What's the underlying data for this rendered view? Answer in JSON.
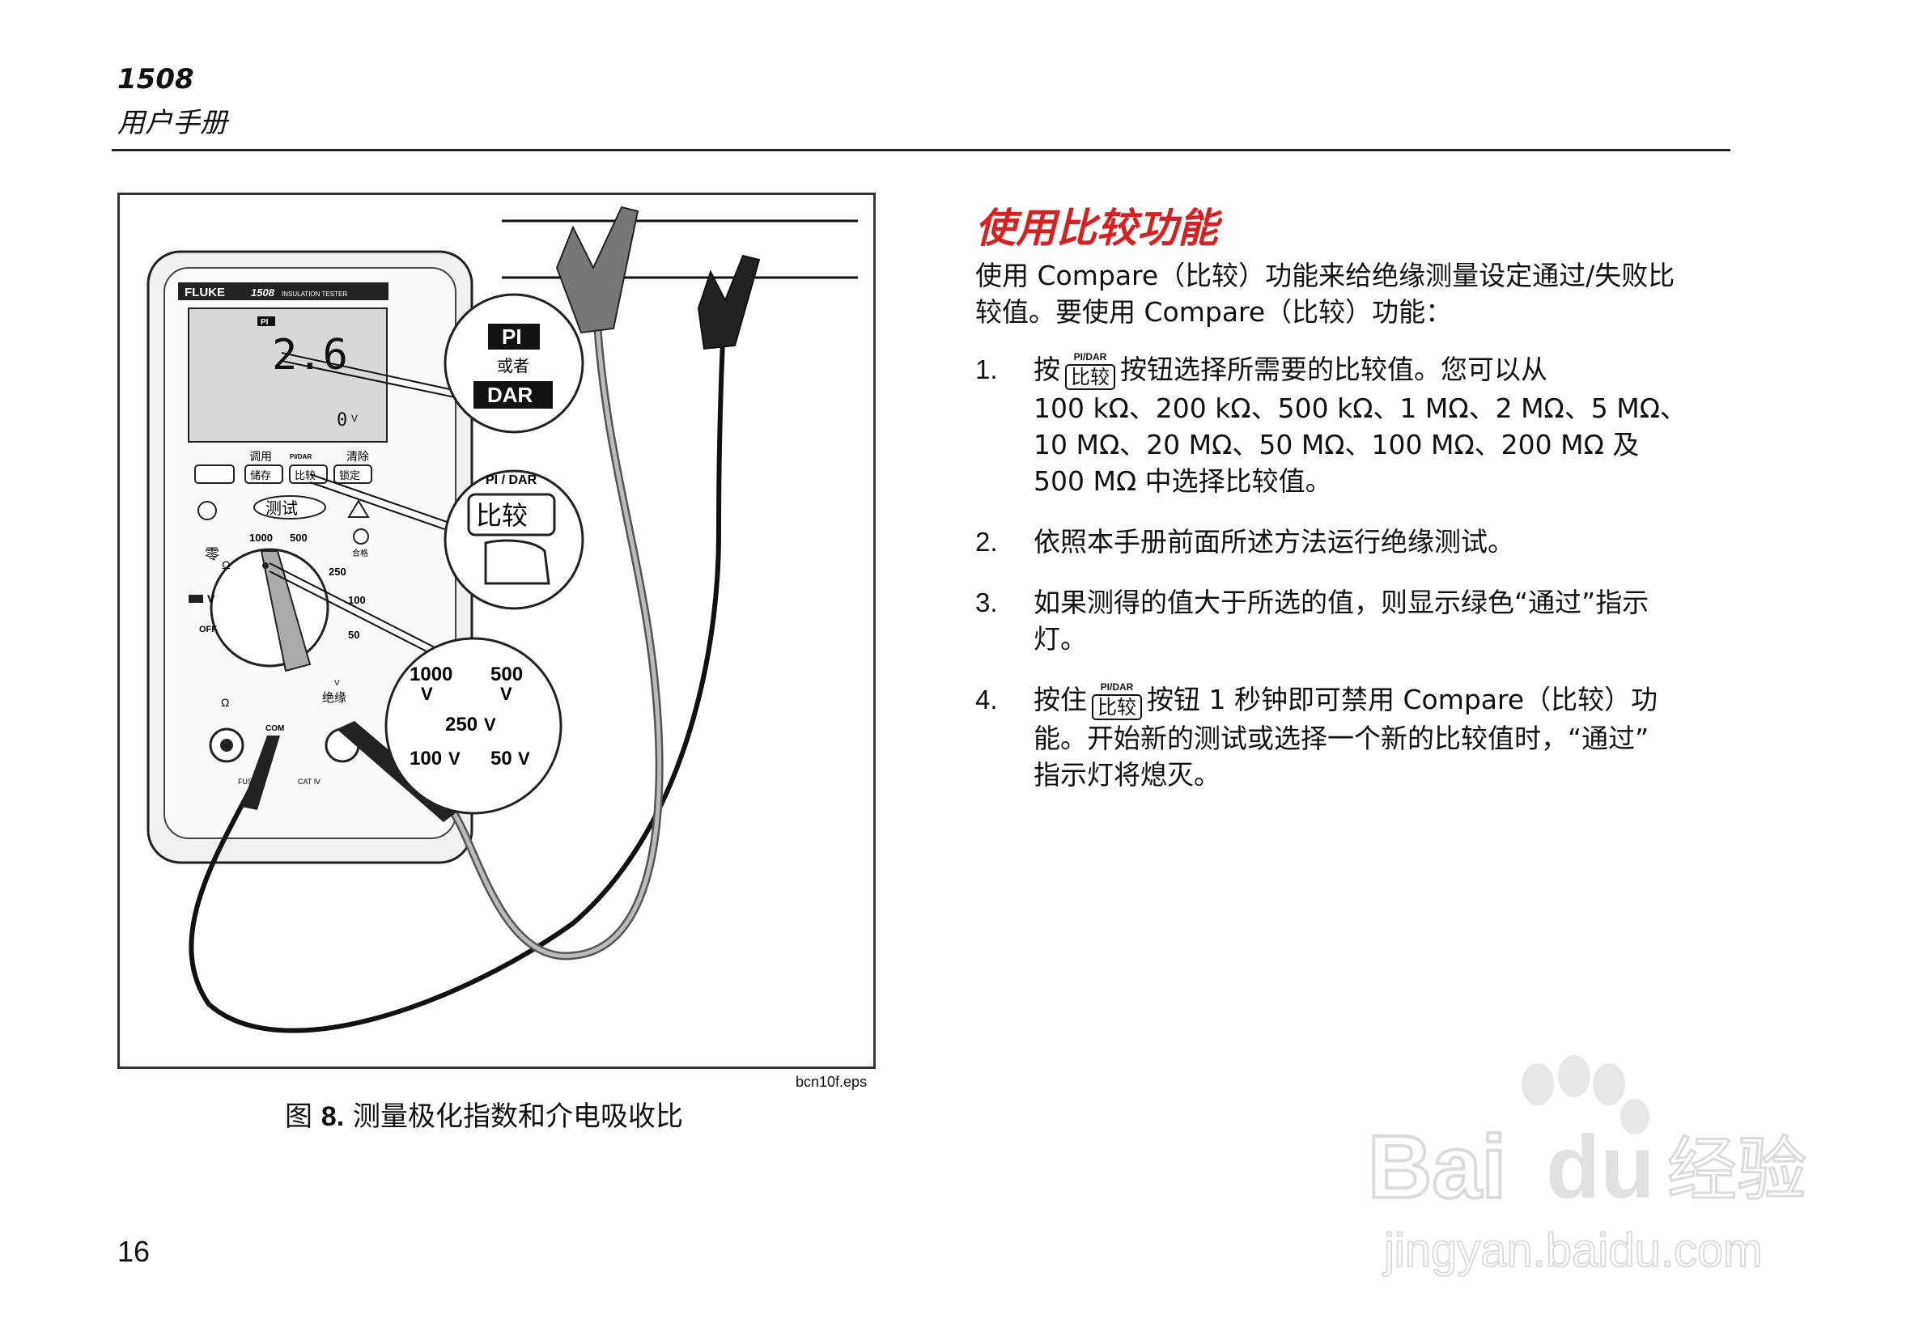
{
  "header": {
    "model": "1508",
    "subtitle": "用户手册"
  },
  "figure": {
    "file": "bcn10f.eps",
    "caption_prefix": "图 ",
    "caption_bold": "8.",
    "caption_text": " 测量极化指数和介电吸收比",
    "meter": {
      "brand": "FLUKE",
      "model": "1508",
      "model_desc": "INSULATION TESTER",
      "display_mode": "PI",
      "display_value": "2.6",
      "display_volts": "0",
      "display_volts_unit": "V",
      "btn_label_recall": "调用",
      "btn_store": "储存",
      "btn_label_pidar": "PI/DAR",
      "btn_compare": "比较",
      "btn_label_clear": "清除",
      "btn_lock": "锁定",
      "test_button": "测试",
      "pass_label": "合格",
      "dial_zero": "零",
      "dial_ohm": "Ω",
      "dial_1000": "1000",
      "dial_500": "500",
      "dial_250": "250",
      "dial_100": "100",
      "dial_50": "50",
      "dial_v": "V",
      "dial_off": "OFF",
      "jack_ohm": "Ω",
      "jack_com": "COM",
      "jack_v": "V",
      "jack_insulation": "绝缘",
      "jack_fuse": "FUSE",
      "jack_cat": "CAT Ⅳ"
    },
    "callout_pi": {
      "pi": "PI",
      "or": "或者",
      "dar": "DAR"
    },
    "callout_button": {
      "label": "PI / DAR",
      "key": "比较"
    },
    "callout_ranges": {
      "r1000": "1000",
      "r500": "500",
      "r250": "250",
      "r100": "100",
      "r50": "50",
      "unit": "V"
    }
  },
  "section": {
    "title": "使用比较功能",
    "intro_line1": "使用 Compare（比较）功能来给绝缘测量设定通过/失败比",
    "intro_line2": "较值。要使用 Compare（比较）功能：",
    "key_top": "PI/DAR",
    "key_label": "比较",
    "step1": {
      "num": "1.",
      "pre": "按",
      "post": "按钮选择所需要的比较值。您可以从",
      "line2": "100 kΩ、200 kΩ、500 kΩ、1 MΩ、2 MΩ、5 MΩ、",
      "line3": "10 MΩ、20 MΩ、50 MΩ、100 MΩ、200 MΩ 及",
      "line4": "500 MΩ 中选择比较值。"
    },
    "step2": {
      "num": "2.",
      "line1": "依照本手册前面所述方法运行绝缘测试。"
    },
    "step3": {
      "num": "3.",
      "line1": "如果测得的值大于所选的值，则显示绿色“通过”指示",
      "line2": "灯。"
    },
    "step4": {
      "num": "4.",
      "pre": "按住",
      "post": "按钮 1 秒钟即可禁用 Compare（比较）功",
      "line2": "能。开始新的测试或选择一个新的比较值时，“通过”",
      "line3": "指示灯将熄灭。"
    }
  },
  "page_number": "16",
  "watermark": {
    "brand": "Bai",
    "brand2": "du",
    "cn": "经验",
    "url": "jingyan.baidu.com"
  }
}
